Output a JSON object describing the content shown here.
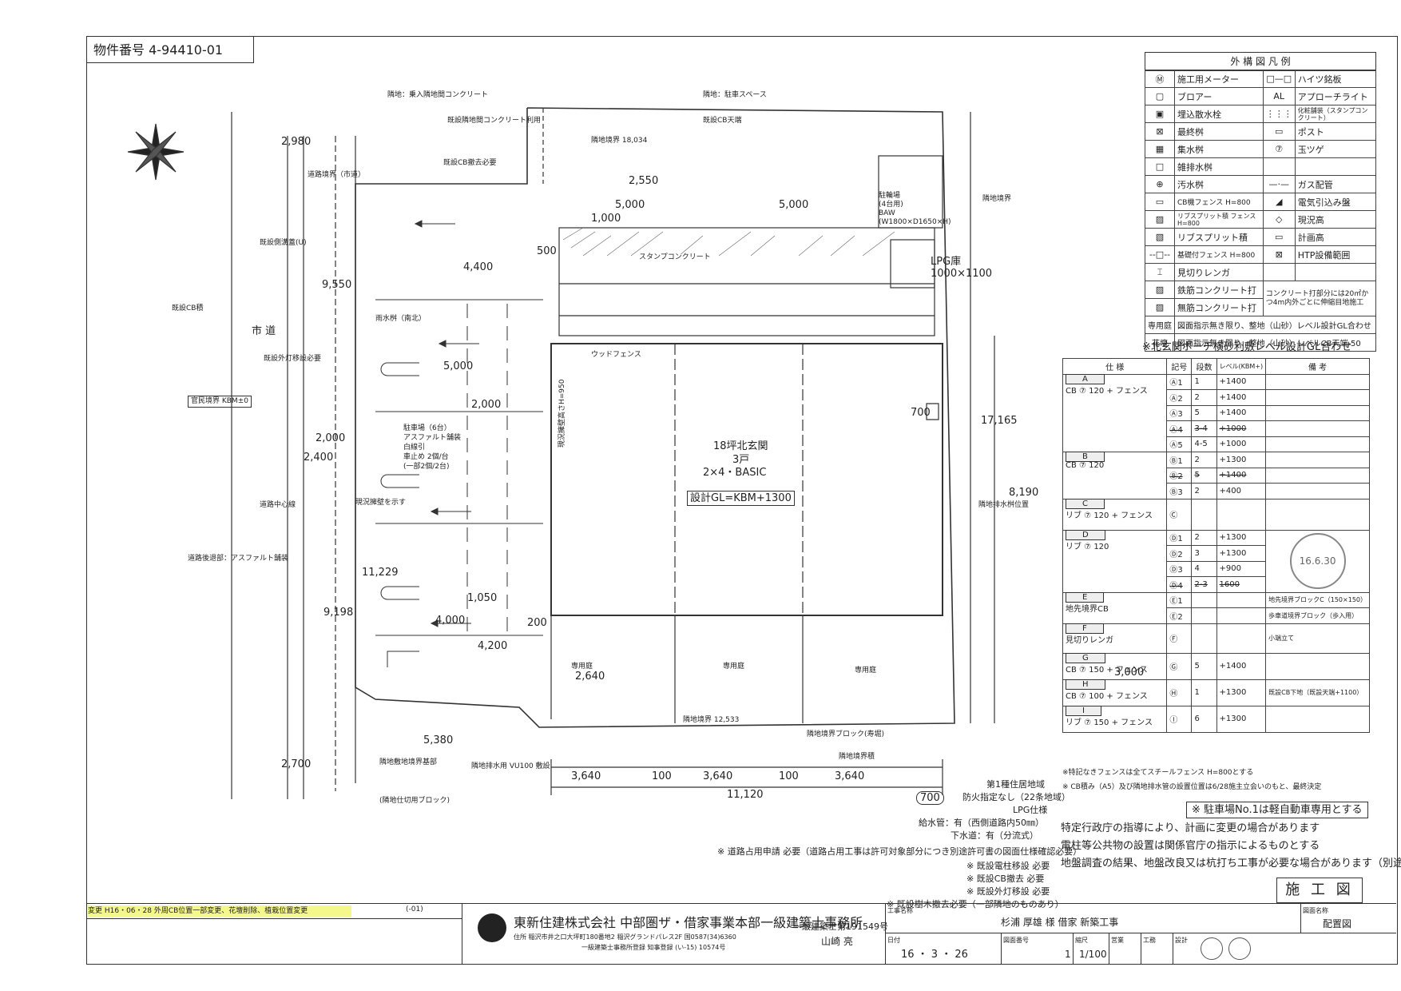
{
  "property_number": "物件番号 4-94410-01",
  "plan": {
    "adjacent_top_left": "隣地：乗入隣地間コンクリート",
    "adjacent_top_right": "隣地：駐車スペース",
    "labels": [
      {
        "text": "既設隣地間コンクリート利用"
      },
      {
        "text": "既設CB天端"
      },
      {
        "text": "既設CB撤去必要"
      },
      {
        "text": "隣地境界 18,034"
      },
      {
        "text": "隣地境界"
      },
      {
        "text": "既設側溝蓋(U)"
      },
      {
        "text": "既設CB積"
      },
      {
        "text": "道路境界（市道）"
      },
      {
        "text": "市 道"
      },
      {
        "text": "既設外灯移設必要"
      },
      {
        "text": "官民境界 KBM±0"
      },
      {
        "text": "道路中心線"
      },
      {
        "text": "道路後退部：アスファルト舗装"
      },
      {
        "text": "現況擁壁を示す"
      },
      {
        "text": "スタンプコンクリート"
      },
      {
        "text": "ウッドフェンス"
      },
      {
        "text": "駐車場（6台）\nアスファルト舗装\n白線引\n車止め 2個/台\n(一部2個/2台)"
      },
      {
        "text": "LPG庫\n1000×1100"
      },
      {
        "text": "駐輪場\n(4台用)\nBAW\n(W1800×D1650×H)"
      },
      {
        "text": "専用庭"
      },
      {
        "text": "隣地境界 12,533"
      },
      {
        "text": "隣地境界ブロック(寿堀)"
      },
      {
        "text": "隣地境界積"
      },
      {
        "text": "隣地排水用 VU100 敷設"
      },
      {
        "text": "(隣地仕切用ブロック)"
      },
      {
        "text": "隣地敷地境界基部"
      },
      {
        "text": "雨水桝（南北）"
      },
      {
        "text": "隣地排水桝位置"
      },
      {
        "text": "現況擁壁高さH=950"
      }
    ],
    "building_title": "18坪北玄関",
    "building_units": "3戸",
    "building_type": "2×4・BASIC",
    "building_gl": "設計GL=KBM+1300",
    "dimensions": [
      "5,000",
      "5,000",
      "1,000",
      "4,400",
      "5,000",
      "2,000",
      "2,400",
      "4,000",
      "4,200",
      "9,550",
      "8,190",
      "11,229",
      "9,198",
      "2,550",
      "3,000",
      "2,640",
      "17,165",
      "3,640",
      "100",
      "3,640",
      "100",
      "3,640",
      "11,120",
      "5,380",
      "2,980",
      "2,700",
      "700",
      "200",
      "500",
      "1,050",
      "2,000"
    ],
    "zone_info": [
      "第1種住居地域",
      "防火指定なし（22条地域）",
      "LPG仕様",
      "給水管：有（西側道路内50㎜）",
      "下水道：有（分流式）"
    ]
  },
  "legend": {
    "title": "外 構 図 凡 例",
    "rows": [
      {
        "sym1": "Ⓜ",
        "label1": "施工用メーター",
        "sym2": "□—□",
        "label2": "ハイツ銘板"
      },
      {
        "sym1": "▢",
        "label1": "ブロアー",
        "sym2": "AL",
        "label2": "アプローチライト"
      },
      {
        "sym1": "▣",
        "label1": "埋込散水栓",
        "sym2": "⋮⋮⋮",
        "label2": "化粧舗装（スタンプコンクリート）"
      },
      {
        "sym1": "⊠",
        "label1": "最終桝",
        "sym2": "▭",
        "label2": "ポスト"
      },
      {
        "sym1": "▦",
        "label1": "集水桝",
        "sym2": "⑦",
        "label2": "玉ツゲ"
      },
      {
        "sym1": "□",
        "label1": "雑排水桝",
        "sym2": "",
        "label2": ""
      },
      {
        "sym1": "⊕",
        "label1": "汚水桝",
        "sym2": "—·—",
        "label2": "ガス配管"
      },
      {
        "sym1": "▭",
        "label1": "CB機フェンス H=800",
        "sym2": "◢",
        "label2": "電気引込み盤"
      },
      {
        "sym1": "▨",
        "label1": "リブスプリット積 フェンス H=800",
        "sym2": "◇",
        "label2": "現況高"
      },
      {
        "sym1": "▧",
        "label1": "リブスプリット積",
        "sym2": "▭",
        "label2": "計画高"
      },
      {
        "sym1": "--□--",
        "label1": "基礎付フェンス H=800",
        "sym2": "⊠",
        "label2": "HTP設備範囲"
      },
      {
        "sym1": "⌶",
        "label1": "見切りレンガ",
        "sym2": "",
        "label2": ""
      },
      {
        "sym1": "▨",
        "label1": "鉄筋コンクリート打",
        "sym2": "",
        "label2": "コンクリート打部分には20㎡かつ4m内外ごとに伸縮目地施工"
      },
      {
        "sym1": "▨",
        "label1": "無筋コンクリート打",
        "sym2": "",
        "label2": ""
      },
      {
        "sym1": "専用庭",
        "label1": "図面指示無き限り、整地（山砂）レベル設計GL合わせ",
        "sym2": "",
        "label2": ""
      },
      {
        "sym1": "花壇",
        "label1": "図面指示無き限り、整地（山砂）レベルCB天端-50",
        "sym2": "",
        "label2": ""
      }
    ],
    "footnote": "※北玄関ポーチ横砂利敷レベル設計GL合わせ"
  },
  "spec": {
    "headers": [
      "仕 様",
      "記号",
      "段数",
      "レベル(KBM+)",
      "備 考"
    ],
    "groups": [
      {
        "key": "A",
        "desc": "CB ⑦ 120 + フェンス",
        "rows": [
          [
            "Ⓐ1",
            "1",
            "+1400",
            ""
          ],
          [
            "Ⓐ2",
            "2",
            "+1400",
            ""
          ],
          [
            "Ⓐ3",
            "5",
            "+1400",
            ""
          ],
          [
            "Ⓐ4",
            "3-4",
            "+1000",
            ""
          ],
          [
            "Ⓐ5",
            "4-5",
            "+1000",
            ""
          ]
        ]
      },
      {
        "key": "B",
        "desc": "CB ⑦ 120",
        "rows": [
          [
            "Ⓑ1",
            "2",
            "+1300",
            ""
          ],
          [
            "Ⓑ2",
            "5",
            "+1400",
            ""
          ],
          [
            "Ⓑ3",
            "2",
            "+400",
            ""
          ]
        ]
      },
      {
        "key": "C",
        "desc": "リブ ⑦ 120 + フェンス",
        "rows": [
          [
            "Ⓒ",
            "",
            "",
            ""
          ]
        ]
      },
      {
        "key": "D",
        "desc": "リブ ⑦ 120",
        "rows": [
          [
            "Ⓓ1",
            "2",
            "+1300",
            ""
          ],
          [
            "Ⓓ2",
            "3",
            "+1300",
            ""
          ],
          [
            "Ⓓ3",
            "4",
            "+900",
            ""
          ],
          [
            "Ⓓ4",
            "2-3",
            "1600",
            ""
          ]
        ]
      },
      {
        "key": "E",
        "desc": "地先境界CB",
        "rows": [
          [
            "Ⓔ1",
            "",
            "",
            "地先境界ブロックC（150×150）"
          ],
          [
            "Ⓔ2",
            "",
            "",
            "歩車道境界ブロック（歩入用）"
          ]
        ]
      },
      {
        "key": "F",
        "desc": "見切りレンガ",
        "rows": [
          [
            "Ⓕ",
            "",
            "",
            "小端立て"
          ]
        ]
      },
      {
        "key": "G",
        "desc": "CB ⑦ 150 + フェンス",
        "rows": [
          [
            "Ⓖ",
            "5",
            "+1400",
            ""
          ]
        ]
      },
      {
        "key": "H",
        "desc": "CB ⑦ 100 + フェンス",
        "rows": [
          [
            "Ⓗ",
            "1",
            "+1300",
            "既設CB下地（既設天端+1100）"
          ]
        ]
      },
      {
        "key": "I",
        "desc": "リブ ⑦ 150 + フェンス",
        "rows": [
          [
            "Ⓘ",
            "6",
            "+1300",
            ""
          ]
        ]
      }
    ],
    "note1": "※特記なきフェンスは全てスチールフェンス H=800とする",
    "note2": "※ CB積み（A5）及び隣地排水管の設置位置は6/28施主立会いのもと、最終決定",
    "stamp_date": "16.6.30"
  },
  "notes": {
    "parking_note": "※ 駐車場No.1は軽自動車専用とする",
    "lines": [
      "特定行政庁の指導により、計画に変更の場合があります",
      "電柱等公共物の設置は関係官庁の指示によるものとする",
      "地盤調査の結果、地盤改良又は杭打ち工事が必要な場合があります（別途）"
    ],
    "road_notes": [
      "※ 道路占用申請 必要（道路占用工事は許可対象部分につき別途許可書の図面仕様確認必要）",
      "※ 既設電柱移設 必要",
      "※ 既設CB撤去 必要",
      "※ 既設外灯移設 必要",
      "※ 既設樹木撤去必要（一部隣地のものあり）"
    ],
    "zone_mark": "700"
  },
  "title_block": {
    "revision": "変更 H16・06・28 外周CB位置一部変更、花壇削除、植栽位置変更",
    "revision_no": "(-01)",
    "company": "東新住建株式会社 中部圏ザ・借家事業本部一級建築士事務所",
    "address": "住所 稲沢市井之口大坪町180番地2 稲沢グランドパレス2F 国0587(34)6360",
    "registration": "一級建築士事務所登録 知事登録 (い-15) 10574号",
    "architect_no": "一級建築士第191549号",
    "architect_name": "山崎 亮",
    "project_label": "工事名称",
    "project": "杉浦 厚雄 様 借家 新築工事",
    "drawing_label": "図面名称",
    "drawing": "配置図",
    "date_label": "日付",
    "date": "16 ・ 3 ・ 26",
    "drawing_no_label": "図面番号",
    "drawing_no": "1",
    "scale_label": "縮尺",
    "scale": "1/100",
    "check_label": "営業",
    "work_label": "工務",
    "design_label": "設計",
    "stage": "施 工 図"
  }
}
